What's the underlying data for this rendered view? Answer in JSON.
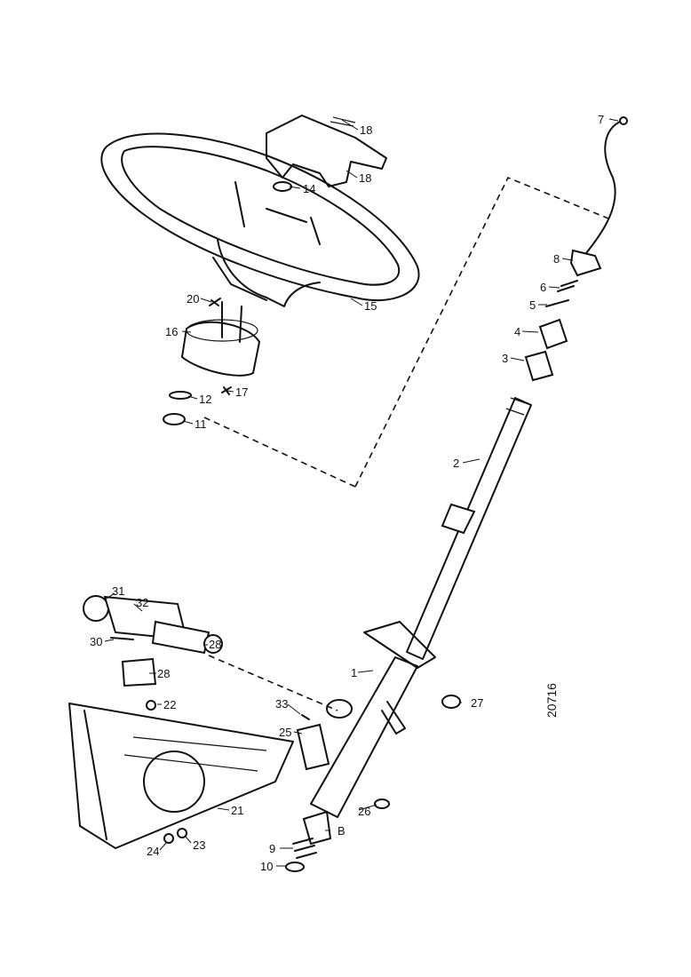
{
  "drawing_code": "20716",
  "callouts": [
    {
      "id": "c1",
      "text": "1"
    },
    {
      "id": "c2",
      "text": "2"
    },
    {
      "id": "c3",
      "text": "3"
    },
    {
      "id": "c4",
      "text": "4"
    },
    {
      "id": "c5",
      "text": "5"
    },
    {
      "id": "c6",
      "text": "6"
    },
    {
      "id": "c7",
      "text": "7"
    },
    {
      "id": "c8",
      "text": "8"
    },
    {
      "id": "c9",
      "text": "9"
    },
    {
      "id": "c10",
      "text": "10"
    },
    {
      "id": "c11",
      "text": "11"
    },
    {
      "id": "c12",
      "text": "12"
    },
    {
      "id": "c14",
      "text": "14"
    },
    {
      "id": "c15",
      "text": "15"
    },
    {
      "id": "c16",
      "text": "16"
    },
    {
      "id": "c17",
      "text": "17"
    },
    {
      "id": "c18a",
      "text": "18"
    },
    {
      "id": "c18b",
      "text": "18"
    },
    {
      "id": "c20",
      "text": "20"
    },
    {
      "id": "c21",
      "text": "21"
    },
    {
      "id": "c22",
      "text": "22"
    },
    {
      "id": "c23",
      "text": "23"
    },
    {
      "id": "c24",
      "text": "24"
    },
    {
      "id": "c25",
      "text": "25"
    },
    {
      "id": "c26",
      "text": "26"
    },
    {
      "id": "c27",
      "text": "27"
    },
    {
      "id": "c28a",
      "text": "28"
    },
    {
      "id": "c28b",
      "text": "28"
    },
    {
      "id": "c30",
      "text": "30"
    },
    {
      "id": "c31",
      "text": "31"
    },
    {
      "id": "c32",
      "text": "32"
    },
    {
      "id": "c33",
      "text": "33"
    },
    {
      "id": "cB",
      "text": "B"
    }
  ]
}
